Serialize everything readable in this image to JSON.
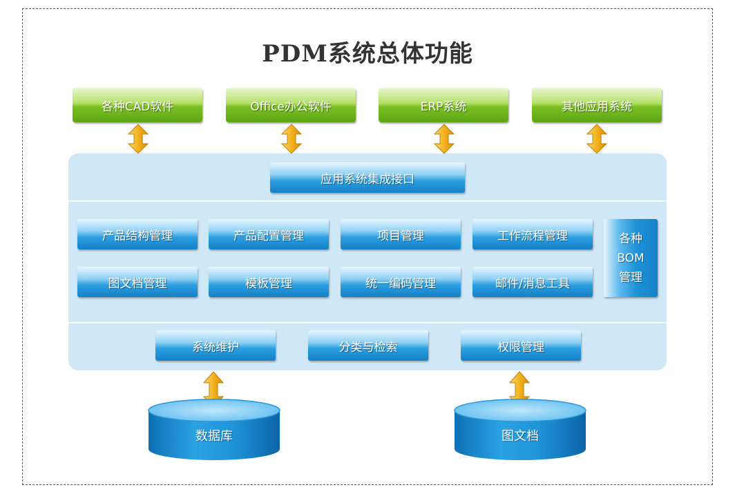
{
  "title": "PDM系统总体功能",
  "external_systems": [
    {
      "label": "各种CAD软件"
    },
    {
      "label": "Office办公软件"
    },
    {
      "label": "ERP系统"
    },
    {
      "label": "其他应用系统"
    }
  ],
  "integration": {
    "label": "应用系统集成接口"
  },
  "modules_row1": [
    {
      "label": "产品结构管理"
    },
    {
      "label": "产品配置管理"
    },
    {
      "label": "项目管理"
    },
    {
      "label": "工作流程管理"
    }
  ],
  "modules_row2": [
    {
      "label": "图文档管理"
    },
    {
      "label": "模板管理"
    },
    {
      "label": "统一编码管理"
    },
    {
      "label": "邮件/消息工具"
    }
  ],
  "bom": {
    "line1": "各种",
    "line2": "BOM",
    "line3": "管理"
  },
  "support": [
    {
      "label": "系统维护"
    },
    {
      "label": "分类与检索"
    },
    {
      "label": "权限管理"
    }
  ],
  "storage": [
    {
      "label": "数据库"
    },
    {
      "label": "图文档"
    }
  ],
  "colors": {
    "green_box": "#79bf22",
    "blue_box": "#1e93d8",
    "panel": "#cfe8f7",
    "arrow": "#f2b21c"
  }
}
